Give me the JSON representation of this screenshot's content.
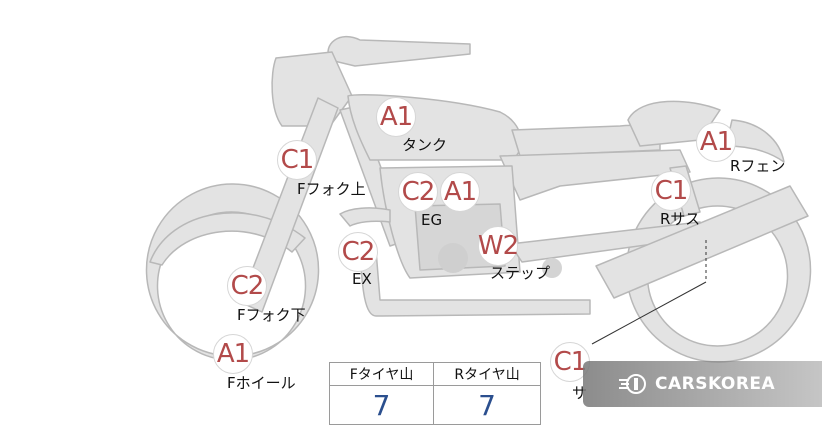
{
  "badges": [
    {
      "code": "A1",
      "label": "タンク"
    },
    {
      "code": "C1",
      "label": "Fフォク上"
    },
    {
      "code": "C2",
      "label": ""
    },
    {
      "code": "A1",
      "label": "EG"
    },
    {
      "code": "C2",
      "label": "EX"
    },
    {
      "code": "W2",
      "label": "ステップ"
    },
    {
      "code": "C2",
      "label": "Fフォク下"
    },
    {
      "code": "A1",
      "label": "Fホイール"
    },
    {
      "code": "A1",
      "label": "Rフェン"
    },
    {
      "code": "C1",
      "label": "Rサス"
    },
    {
      "code": "C1",
      "label": "サ"
    }
  ],
  "tire_table": {
    "headers": [
      "Fタイヤ山",
      "Rタイヤ山"
    ],
    "values": [
      "7",
      "7"
    ]
  },
  "brand": {
    "name": "CARSKOREA"
  },
  "colors": {
    "bike_fill": "#e3e3e3",
    "bike_stroke": "#b8b8b8",
    "badge_text": "#b24a4a",
    "table_value": "#2b4f8e"
  }
}
